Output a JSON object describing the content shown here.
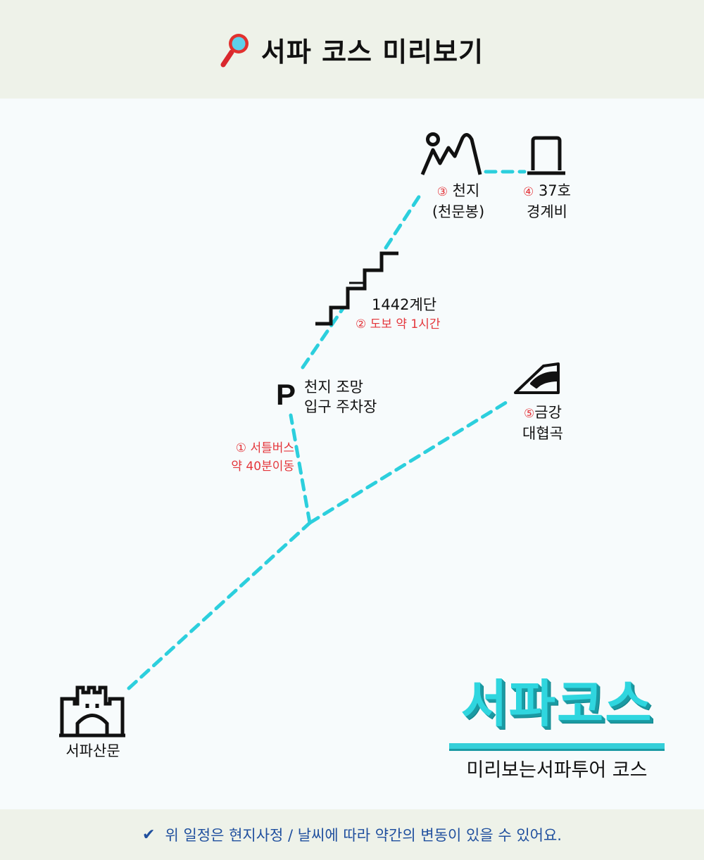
{
  "header": {
    "title": "서파 코스 미리보기"
  },
  "stops": [
    {
      "number": "①",
      "lines": [
        "서틀버스",
        "약 40분이동"
      ]
    },
    {
      "name_lines": [
        "천지 조망",
        "입구 주차장"
      ],
      "icon": "parking-icon"
    },
    {
      "number": "②",
      "name": "1442계단",
      "note": "도보 약 1시간",
      "icon": "stairs-icon"
    },
    {
      "number": "③",
      "name_lines": [
        "천지",
        "(천문봉)"
      ],
      "icon": "mountain-hiker-icon"
    },
    {
      "number": "④",
      "name_lines": [
        "37호",
        "경계비"
      ],
      "icon": "boundary-stone-icon"
    },
    {
      "number": "⑤",
      "name_lines": [
        "금강",
        "대협곡"
      ],
      "icon": "canyon-icon"
    },
    {
      "name": "서파산문",
      "icon": "gate-castle-icon"
    }
  ],
  "brand": {
    "title": "서파코스",
    "subtitle": "미리보는서파투어 코스"
  },
  "footer": {
    "note": "위 일정은 현지사정 / 날씨에 따라 약간의 변동이 있을 수 있어요."
  },
  "colors": {
    "route": "#2ccfdd",
    "accent_red": "#e4363b",
    "header_bg": "#eef2e9",
    "footer_text": "#1f4f9e"
  }
}
